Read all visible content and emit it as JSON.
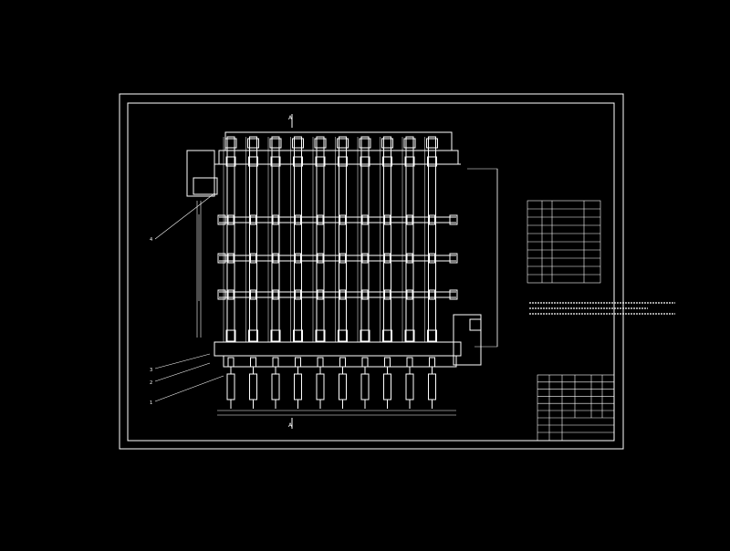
{
  "drawing": {
    "section_marks": [
      "A",
      "A"
    ],
    "balloons": [
      "4",
      "3",
      "2",
      "1"
    ],
    "dim_left": "",
    "dim_right": "",
    "columns": 10,
    "colors": {
      "background": "#000000",
      "line": "#ffffff"
    }
  },
  "tech_table": {
    "title": "",
    "rows": 10,
    "remark": ""
  },
  "notes": {
    "title": "",
    "lines": 3
  },
  "title_block": {
    "main_title": "",
    "scale_label": "",
    "sheet_label": ""
  }
}
